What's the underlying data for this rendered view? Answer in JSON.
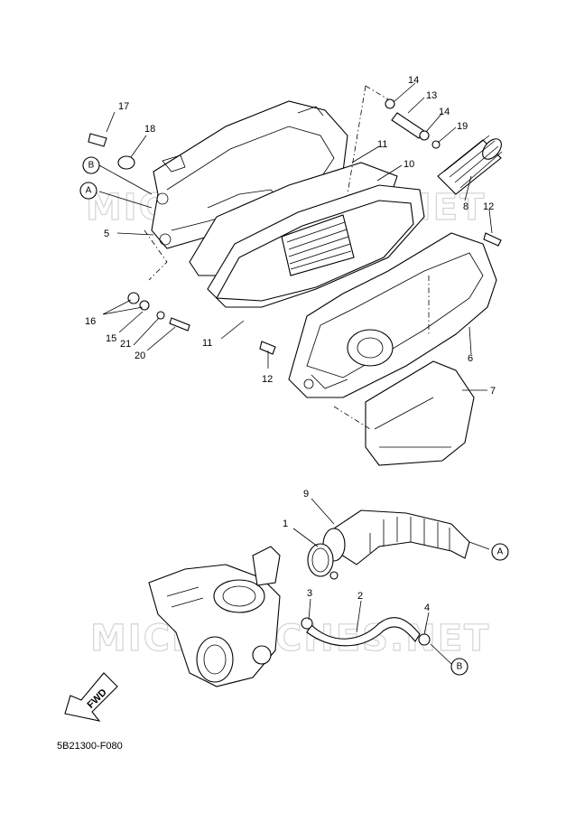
{
  "watermark": "MICROFICHES.NET",
  "figure_code": "5B21300-F080",
  "direction_label": "FWD",
  "callouts": {
    "c1": "1",
    "c2": "2",
    "c3": "3",
    "c4": "4",
    "c5": "5",
    "c6": "6",
    "c7": "7",
    "c8": "8",
    "c9": "9",
    "c10": "10",
    "c11a": "11",
    "c11b": "11",
    "c12a": "12",
    "c12b": "12",
    "c13": "13",
    "c14a": "14",
    "c14b": "14",
    "c15": "15",
    "c16": "16",
    "c17": "17",
    "c18": "18",
    "c19": "19",
    "c20": "20",
    "c21": "21"
  },
  "refs": {
    "a_top": "A",
    "b_top": "B",
    "a_bottom": "A",
    "b_bottom": "B"
  }
}
